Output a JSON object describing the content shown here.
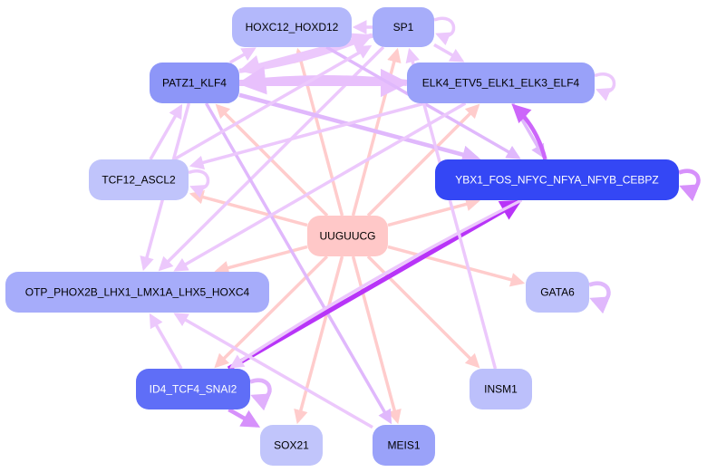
{
  "diagram": {
    "type": "directed-network",
    "nodes": [
      {
        "id": "HOXC12_HOXD12",
        "label": "HOXC12_HOXD12",
        "fill": "#b3b8fb",
        "text": "#000000"
      },
      {
        "id": "SP1",
        "label": "SP1",
        "fill": "#a7adfa",
        "text": "#000000"
      },
      {
        "id": "PATZ1_KLF4",
        "label": "PATZ1_KLF4",
        "fill": "#8d96f8",
        "text": "#000000"
      },
      {
        "id": "ELK4_ETV5_ELK1_ELK3_ELF4",
        "label": "ELK4_ETV5_ELK1_ELK3_ELF4",
        "fill": "#99a1f9",
        "text": "#000000"
      },
      {
        "id": "TCF12_ASCL2",
        "label": "TCF12_ASCL2",
        "fill": "#c0c4fb",
        "text": "#000000"
      },
      {
        "id": "YBX1_FOS_NFYC_NFYA_NFYB_CEBPZ",
        "label": "YBX1_FOS_NFYC_NFYA_NFYB_CEBPZ",
        "fill": "#3447f5",
        "text": "#ffffff"
      },
      {
        "id": "UUGUUCG",
        "label": "UUGUUCG",
        "fill": "#ffc8c8",
        "text": "#000000"
      },
      {
        "id": "OTP_PHOX2B_LHX1_LMX1A_LHX5_HOXC4",
        "label": "OTP_PHOX2B_LHX1_LMX1A_LHX5_HOXC4",
        "fill": "#a6acfa",
        "text": "#000000"
      },
      {
        "id": "GATA6",
        "label": "GATA6",
        "fill": "#bdc1fb",
        "text": "#000000"
      },
      {
        "id": "ID4_TCF4_SNAI2",
        "label": "ID4_TCF4_SNAI2",
        "fill": "#5f6ef7",
        "text": "#ffffff"
      },
      {
        "id": "INSM1",
        "label": "INSM1",
        "fill": "#bcc0fb",
        "text": "#000000"
      },
      {
        "id": "SOX21",
        "label": "SOX21",
        "fill": "#c1c5fb",
        "text": "#000000"
      },
      {
        "id": "MEIS1",
        "label": "MEIS1",
        "fill": "#9aa2f9",
        "text": "#000000"
      }
    ],
    "edges": [
      {
        "from": "UUGUUCG",
        "to": "HOXC12_HOXD12",
        "color": "#ffcccc",
        "weight": 1
      },
      {
        "from": "UUGUUCG",
        "to": "SP1",
        "color": "#ffcccc",
        "weight": 1
      },
      {
        "from": "UUGUUCG",
        "to": "PATZ1_KLF4",
        "color": "#ffcccc",
        "weight": 1
      },
      {
        "from": "UUGUUCG",
        "to": "ELK4_ETV5_ELK1_ELK3_ELF4",
        "color": "#ffcccc",
        "weight": 1
      },
      {
        "from": "UUGUUCG",
        "to": "TCF12_ASCL2",
        "color": "#ffcccc",
        "weight": 1
      },
      {
        "from": "UUGUUCG",
        "to": "YBX1_FOS_NFYC_NFYA_NFYB_CEBPZ",
        "color": "#ffcccc",
        "weight": 1
      },
      {
        "from": "UUGUUCG",
        "to": "OTP_PHOX2B_LHX1_LMX1A_LHX5_HOXC4",
        "color": "#ffcccc",
        "weight": 1
      },
      {
        "from": "UUGUUCG",
        "to": "GATA6",
        "color": "#ffcccc",
        "weight": 1
      },
      {
        "from": "UUGUUCG",
        "to": "ID4_TCF4_SNAI2",
        "color": "#ffcccc",
        "weight": 1
      },
      {
        "from": "UUGUUCG",
        "to": "INSM1",
        "color": "#ffcccc",
        "weight": 1
      },
      {
        "from": "UUGUUCG",
        "to": "SOX21",
        "color": "#ffcccc",
        "weight": 1
      },
      {
        "from": "UUGUUCG",
        "to": "MEIS1",
        "color": "#ffcccc",
        "weight": 1
      },
      {
        "from": "SP1",
        "to": "HOXC12_HOXD12",
        "color": "#ecc8fc",
        "weight": 1
      },
      {
        "from": "SP1",
        "to": "SP1",
        "color": "#ecc8fc",
        "weight": 1
      },
      {
        "from": "SP1",
        "to": "ELK4_ETV5_ELK1_ELK3_ELF4",
        "color": "#ecc8fc",
        "weight": 1
      },
      {
        "from": "SP1",
        "to": "PATZ1_KLF4",
        "color": "#ecc8fc",
        "weight": 1.5
      },
      {
        "from": "SP1",
        "to": "OTP_PHOX2B_LHX1_LMX1A_LHX5_HOXC4",
        "color": "#ecc8fc",
        "weight": 1
      },
      {
        "from": "PATZ1_KLF4",
        "to": "HOXC12_HOXD12",
        "color": "#ecc8fc",
        "weight": 1
      },
      {
        "from": "PATZ1_KLF4",
        "to": "SP1",
        "color": "#ecc8fc",
        "weight": 1.5
      },
      {
        "from": "PATZ1_KLF4",
        "to": "ELK4_ETV5_ELK1_ELK3_ELF4",
        "color": "#e8c0fc",
        "weight": 2
      },
      {
        "from": "ELK4_ETV5_ELK1_ELK3_ELF4",
        "to": "PATZ1_KLF4",
        "color": "#e8c0fc",
        "weight": 2
      },
      {
        "from": "PATZ1_KLF4",
        "to": "YBX1_FOS_NFYC_NFYA_NFYB_CEBPZ",
        "color": "#e0b8fc",
        "weight": 1.3
      },
      {
        "from": "PATZ1_KLF4",
        "to": "OTP_PHOX2B_LHX1_LMX1A_LHX5_HOXC4",
        "color": "#ecc8fc",
        "weight": 1
      },
      {
        "from": "PATZ1_KLF4",
        "to": "MEIS1",
        "color": "#e0b8fc",
        "weight": 1
      },
      {
        "from": "ELK4_ETV5_ELK1_ELK3_ELF4",
        "to": "ELK4_ETV5_ELK1_ELK3_ELF4",
        "color": "#ecc8fc",
        "weight": 1
      },
      {
        "from": "ELK4_ETV5_ELK1_ELK3_ELF4",
        "to": "TCF12_ASCL2",
        "color": "#ecc8fc",
        "weight": 1
      },
      {
        "from": "ELK4_ETV5_ELK1_ELK3_ELF4",
        "to": "YBX1_FOS_NFYC_NFYA_NFYB_CEBPZ",
        "color": "#e0b8fc",
        "weight": 1
      },
      {
        "from": "YBX1_FOS_NFYC_NFYA_NFYB_CEBPZ",
        "to": "ELK4_ETV5_ELK1_ELK3_ELF4",
        "color": "#cc66fa",
        "weight": 1.3
      },
      {
        "from": "YBX1_FOS_NFYC_NFYA_NFYB_CEBPZ",
        "to": "YBX1_FOS_NFYC_NFYA_NFYB_CEBPZ",
        "color": "#d690fb",
        "weight": 1.3
      },
      {
        "from": "HOXC12_HOXD12",
        "to": "YBX1_FOS_NFYC_NFYA_NFYB_CEBPZ",
        "color": "#e0b8fc",
        "weight": 1
      },
      {
        "from": "TCF12_ASCL2",
        "to": "PATZ1_KLF4",
        "color": "#ecc8fc",
        "weight": 1
      },
      {
        "from": "TCF12_ASCL2",
        "to": "TCF12_ASCL2",
        "color": "#ecc8fc",
        "weight": 1
      },
      {
        "from": "TCF12_ASCL2",
        "to": "SP1",
        "color": "#ecc8fc",
        "weight": 1
      },
      {
        "from": "ID4_TCF4_SNAI2",
        "to": "YBX1_FOS_NFYC_NFYA_NFYB_CEBPZ",
        "color": "#b834f8",
        "weight": 1.5
      },
      {
        "from": "ID4_TCF4_SNAI2",
        "to": "ID4_TCF4_SNAI2",
        "color": "#e0b0fc",
        "weight": 1.3
      },
      {
        "from": "ID4_TCF4_SNAI2",
        "to": "SOX21",
        "color": "#d690fb",
        "weight": 1.3
      },
      {
        "from": "ID4_TCF4_SNAI2",
        "to": "OTP_PHOX2B_LHX1_LMX1A_LHX5_HOXC4",
        "color": "#ecc8fc",
        "weight": 1
      },
      {
        "from": "MEIS1",
        "to": "OTP_PHOX2B_LHX1_LMX1A_LHX5_HOXC4",
        "color": "#ecc8fc",
        "weight": 1
      },
      {
        "from": "GATA6",
        "to": "GATA6",
        "color": "#e0b8fc",
        "weight": 1.3
      },
      {
        "from": "INSM1",
        "to": "SP1",
        "color": "#ecc8fc",
        "weight": 1
      },
      {
        "from": "YBX1_FOS_NFYC_NFYA_NFYB_CEBPZ",
        "to": "ID4_TCF4_SNAI2",
        "color": "#ecc8fc",
        "weight": 1
      },
      {
        "from": "ELK4_ETV5_ELK1_ELK3_ELF4",
        "to": "OTP_PHOX2B_LHX1_LMX1A_LHX5_HOXC4",
        "color": "#ecc8fc",
        "weight": 1
      }
    ]
  }
}
